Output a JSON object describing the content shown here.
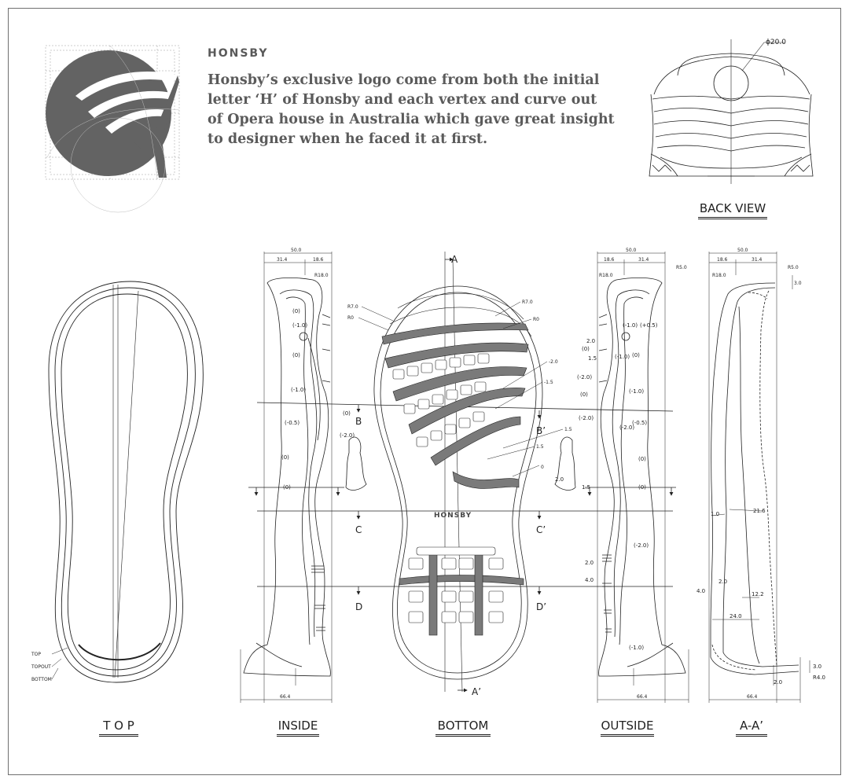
{
  "brand": {
    "name": "HONSBY"
  },
  "description": "Honsby’s exclusive logo come from both the initial letter ‘H’ of Honsby and each vertex and curve out of Opera house in Australia which gave great insight to designer when he faced it at first.",
  "views": {
    "back": "BACK VIEW",
    "top": "T O P",
    "inside": "INSIDE",
    "bottom": "BOTTOM",
    "outside": "OUTSIDE",
    "section": "A-A’"
  },
  "top_layers": {
    "top": "TOP",
    "topout": "TOPOUT",
    "bottom": "BOTTOM"
  },
  "sections": {
    "a": "A",
    "a_prime": "A’",
    "b": "B",
    "b_prime": "B’",
    "c": "C",
    "c_prime": "C’",
    "d": "D",
    "d_prime": "D’"
  },
  "sole_text": "HONSBY",
  "dimensions": {
    "back_diameter": "ϕ20.0",
    "width_50": "50.0",
    "d_31_4": "31.4",
    "d_18_6": "18.6",
    "r18": "R18.0",
    "r5": "R5.0",
    "r7": "R7.0",
    "r0": "R0",
    "d_66_4": "66.4",
    "d_3_0": "3.0",
    "d_2_0": "2.0",
    "d_1_5": "1.5",
    "d_1_0": "1.0",
    "d_4_0": "4.0",
    "d_21_6": "21.6",
    "d_12_2": "12.2",
    "d_24_0": "24.0",
    "r4": "R4.0",
    "m2_0": "-2.0",
    "m1_5": "-1.5",
    "p1_5": "1.5",
    "p_1_5": "1.5",
    "zero": "0",
    "z0": "(0)",
    "zm1": "(-1.0)",
    "zm2": "(-2.0)",
    "zm05": "(-0.5)",
    "zp05": "(+0.5)"
  },
  "colors": {
    "line": "#222222",
    "logo": "#636363",
    "text": "#5b5b5b",
    "sole_fill": "#7a7a7a"
  }
}
